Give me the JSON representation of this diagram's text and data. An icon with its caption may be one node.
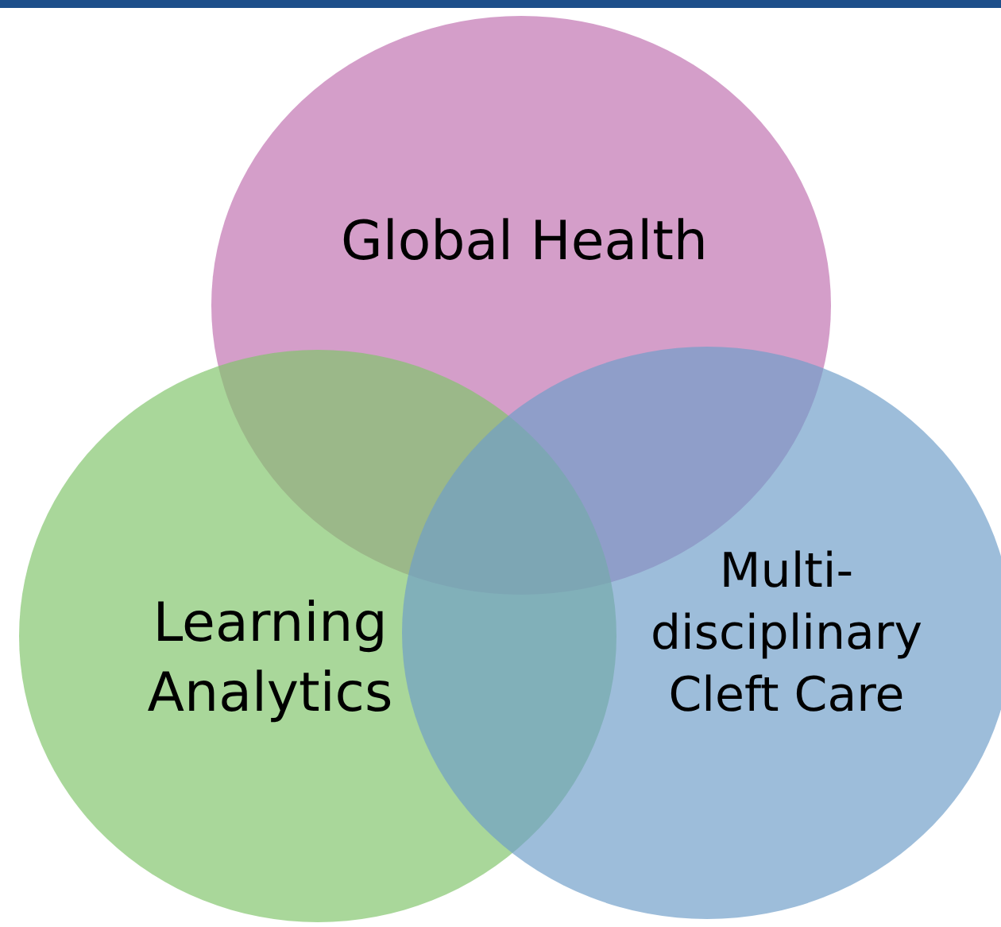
{
  "diagram": {
    "nodes": [
      {
        "text": [
          "Global Health"
        ]
      },
      {
        "text": [
          "Learning Analytics"
        ]
      },
      {
        "text": [
          "Multi-disciplinary Cleft Care"
        ]
      }
    ]
  }
}
